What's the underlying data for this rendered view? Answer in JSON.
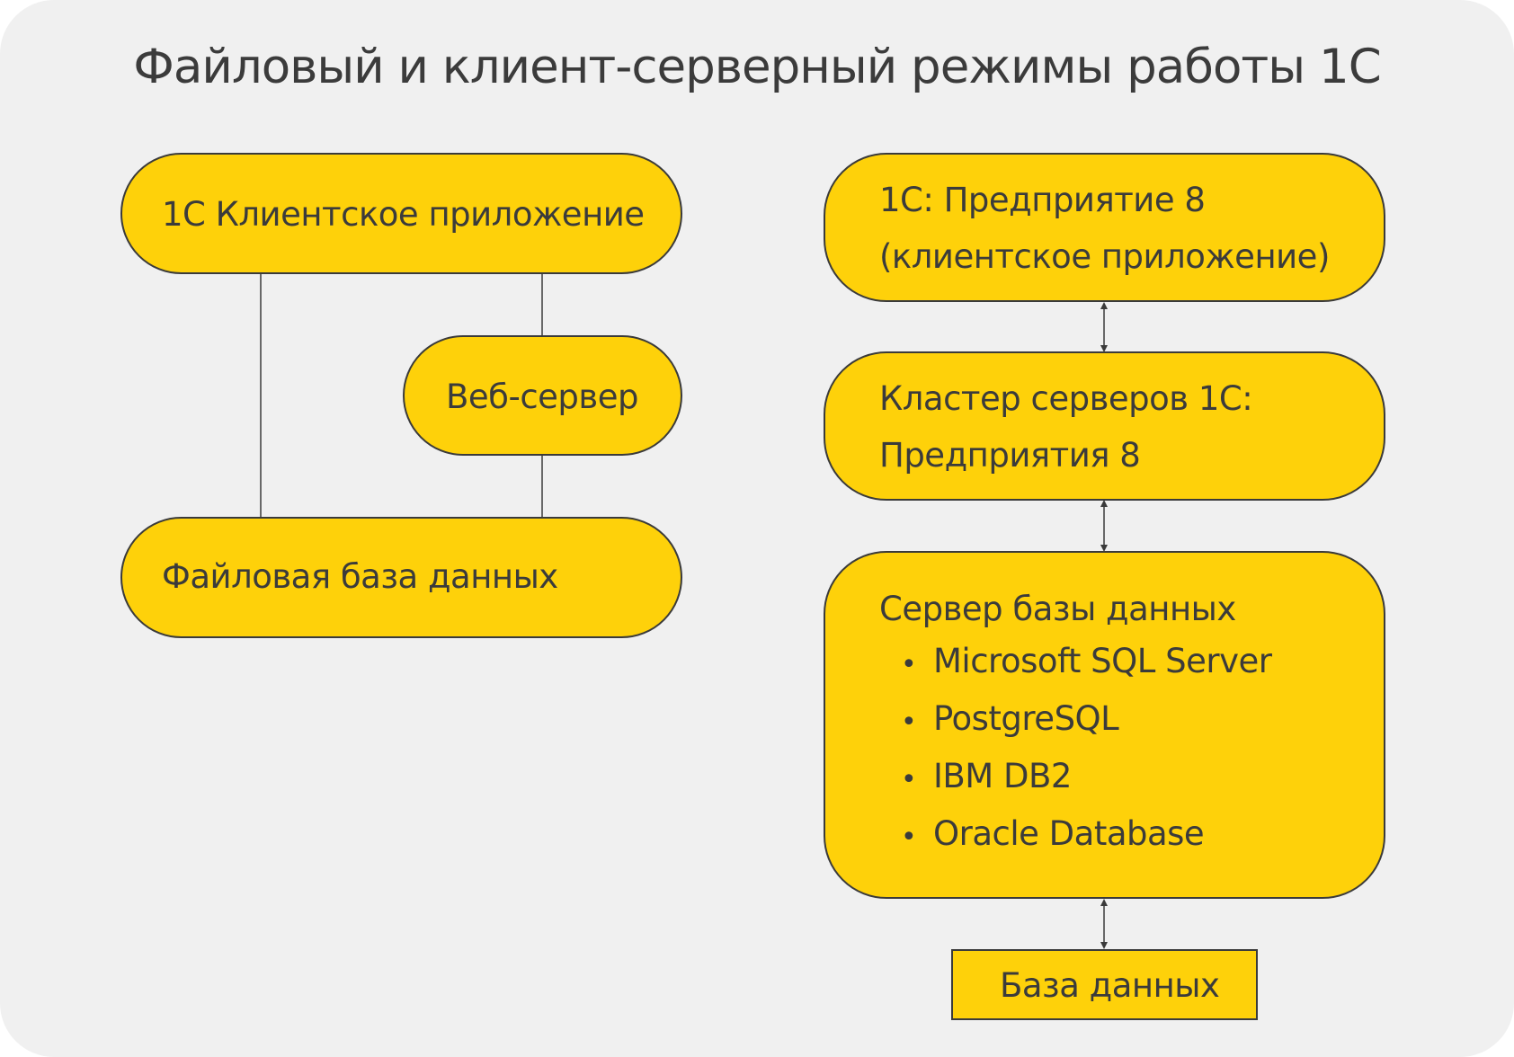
{
  "title": "Файловый и клиент-серверный режимы работы 1С",
  "file_mode": {
    "client_app": "1С Клиентское приложение",
    "web_server": "Веб-сервер",
    "file_db": "Файловая база данных"
  },
  "client_server_mode": {
    "enterprise_line1": "1С: Предприятие 8",
    "enterprise_line2": "(клиентское приложение)",
    "cluster_line1": "Кластер серверов 1С:",
    "cluster_line2": "Предприятия 8",
    "db_server_title": "Сервер базы данных",
    "db_servers": [
      "Microsoft SQL Server",
      "PostgreSQL",
      "IBM DB2",
      "Oracle Database"
    ],
    "database": "База данных"
  },
  "colors": {
    "background": "#f0f0f0",
    "box_fill": "#fed10a",
    "stroke": "#3a3a3a",
    "text": "#3b3b3b"
  }
}
